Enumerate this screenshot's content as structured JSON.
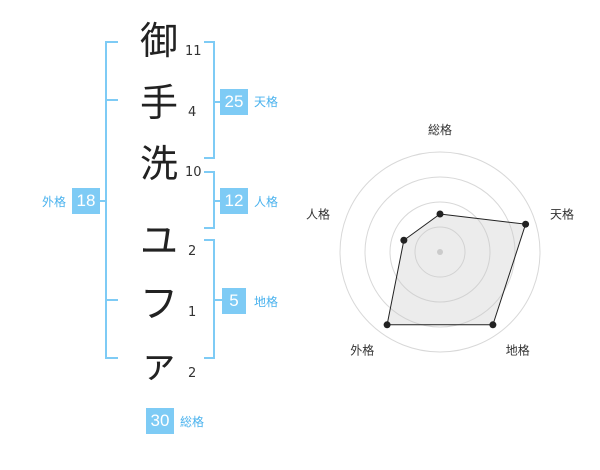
{
  "name": {
    "chars": [
      {
        "char": "御",
        "strokes": "11"
      },
      {
        "char": "手",
        "strokes": "4"
      },
      {
        "char": "洗",
        "strokes": "10"
      },
      {
        "char": "ユ",
        "strokes": "2"
      },
      {
        "char": "フ",
        "strokes": "1"
      },
      {
        "char": "ァ",
        "strokes": "2"
      }
    ]
  },
  "kaku": {
    "tenkaku": {
      "value": "25",
      "label": "天格"
    },
    "jinkaku": {
      "value": "12",
      "label": "人格"
    },
    "chikaku": {
      "value": "5",
      "label": "地格"
    },
    "gaikaku": {
      "value": "18",
      "label": "外格"
    },
    "soukaku": {
      "value": "30",
      "label": "総格"
    }
  },
  "colors": {
    "accent": "#7ecbf5",
    "accent_text": "#49b2ee",
    "bracket": "#7ecbf5"
  },
  "chart_data": {
    "type": "radar",
    "axes": [
      "総格",
      "天格",
      "地格",
      "外格",
      "人格"
    ],
    "values": [
      0.38,
      0.9,
      0.9,
      0.9,
      0.38
    ],
    "rings": 4,
    "grid": true
  }
}
